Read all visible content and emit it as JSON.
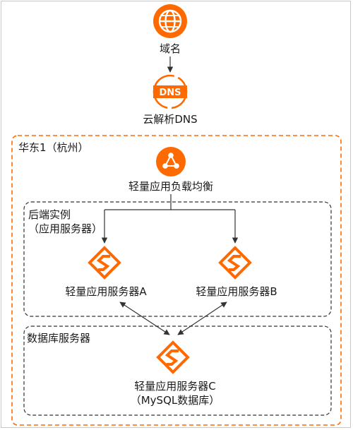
{
  "colors": {
    "accent": "#ff6a00",
    "region_border": "#ff6a00",
    "group_border": "#333333",
    "arrow": "#333333"
  },
  "nodes": {
    "domain": {
      "label": "域名",
      "icon": "globe-icon"
    },
    "dns": {
      "label": "云解析DNS",
      "icon": "dns-icon",
      "badge": "DNS"
    },
    "slb": {
      "label": "轻量应用负载均衡",
      "icon": "load-balancer-icon"
    },
    "server_a": {
      "label": "轻量应用服务器A",
      "icon": "lightweight-server-icon"
    },
    "server_b": {
      "label": "轻量应用服务器B",
      "icon": "lightweight-server-icon"
    },
    "server_c": {
      "label_line1": "轻量应用服务器C",
      "label_line2": "（MySQL数据库）",
      "icon": "lightweight-server-icon"
    }
  },
  "groups": {
    "region": {
      "title": "华东1（杭州）"
    },
    "backend": {
      "title_line1": "后端实例",
      "title_line2": "（应用服务器）"
    },
    "database": {
      "title": "数据库服务器"
    }
  }
}
